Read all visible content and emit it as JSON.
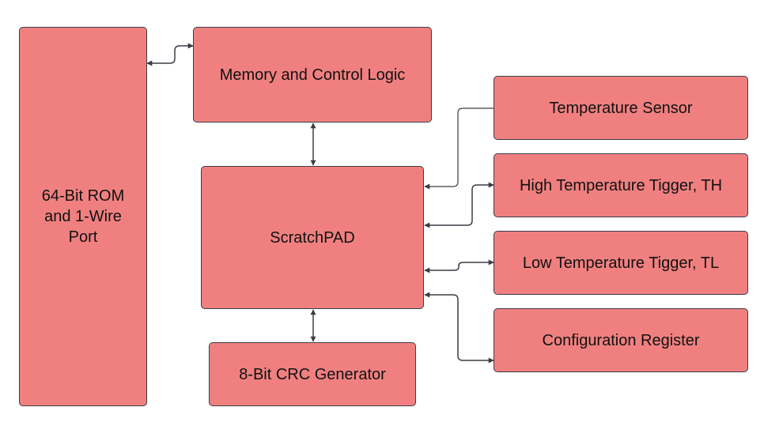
{
  "diagram": {
    "blocks": {
      "rom": "64-Bit ROM\nand 1-Wire\nPort",
      "memory": "Memory and Control Logic",
      "scratchpad": "ScratchPAD",
      "crc": "8-Bit CRC Generator",
      "temp_sensor": "Temperature Sensor",
      "th": "High Temperature Tigger, TH",
      "tl": "Low Temperature Tigger, TL",
      "config": "Configuration Register"
    },
    "colors": {
      "block_fill": "#f08080",
      "block_border": "#3a3d45",
      "connector": "#3a3d45"
    }
  }
}
